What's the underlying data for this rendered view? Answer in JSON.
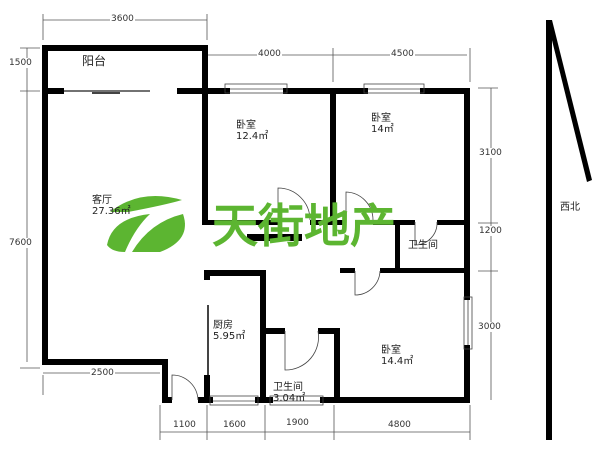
{
  "rooms": {
    "balcony": {
      "name": "阳台"
    },
    "living": {
      "name": "客厅",
      "area": "27.36㎡"
    },
    "bedroom1": {
      "name": "卧室",
      "area": "12.4㎡"
    },
    "bedroom2": {
      "name": "卧室",
      "area": "14㎡"
    },
    "bath_small": {
      "name": "卫生间"
    },
    "kitchen": {
      "name": "厨房",
      "area": "5.95㎡"
    },
    "bath": {
      "name": "卫生间",
      "area": "3.04㎡"
    },
    "bedroom3": {
      "name": "卧室",
      "area": "14.4㎡"
    }
  },
  "dimensions": {
    "top_3600": "3600",
    "top_4000": "4000",
    "top_4500": "4500",
    "left_1500": "1500",
    "left_7600": "7600",
    "right_3100": "3100",
    "right_1200": "1200",
    "right_3000": "3000",
    "bottom_2500": "2500",
    "bottom_1100": "1100",
    "bottom_1600": "1600",
    "bottom_1900": "1900",
    "bottom_4800": "4800"
  },
  "compass": {
    "label": "西北"
  },
  "watermark": {
    "text": "天街地产",
    "color": "#5cb531"
  }
}
